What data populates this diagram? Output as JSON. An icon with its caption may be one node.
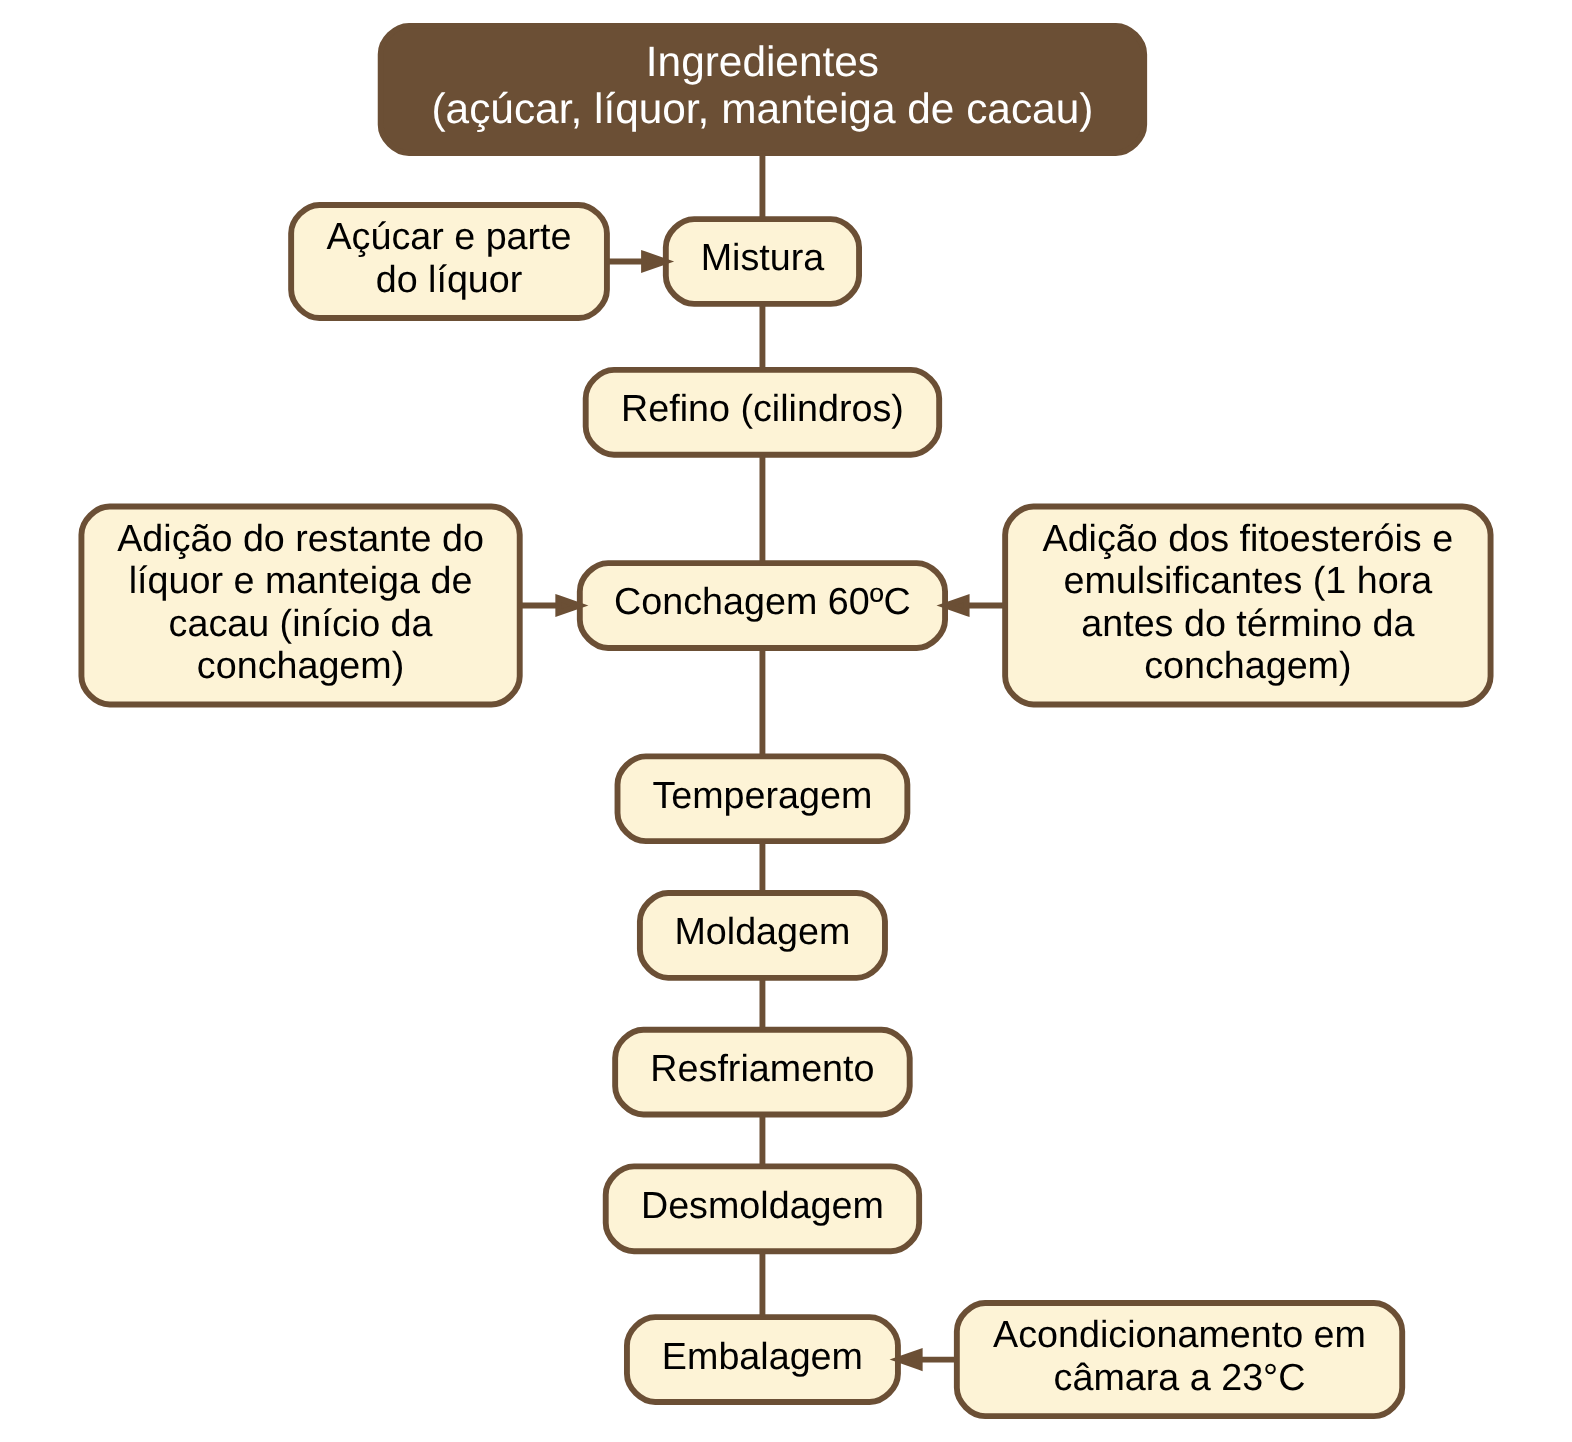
{
  "diagram": {
    "nodes": [
      {
        "text": [
          "Ingredientes",
          "(açúcar, líquor, manteiga de cacau)"
        ]
      },
      {
        "text": [
          "Açúcar e parte do líquor"
        ]
      },
      {
        "text": [
          "Mistura"
        ]
      },
      {
        "text": [
          "Refino (cilindros)"
        ]
      },
      {
        "text": [
          "Adição do restante do líquor e manteiga de cacau (início da conchagem)"
        ]
      },
      {
        "text": [
          "Conchagem 60ºC"
        ]
      },
      {
        "text": [
          "Adição dos fitoesteróis e emulsificantes (1 hora antes do término da conchagem)"
        ]
      },
      {
        "text": [
          "Temperagem"
        ]
      },
      {
        "text": [
          "Moldagem"
        ]
      },
      {
        "text": [
          "Resfriamento"
        ]
      },
      {
        "text": [
          "Desmoldagem"
        ]
      },
      {
        "text": [
          "Embalagem"
        ]
      },
      {
        "text": [
          "Acondicionamento em câmara a 23°C"
        ]
      }
    ],
    "edges": [
      {
        "from": 0,
        "to": 2,
        "arrow": "none"
      },
      {
        "from": 1,
        "to": 2,
        "arrow": "to"
      },
      {
        "from": 2,
        "to": 3,
        "arrow": "none"
      },
      {
        "from": 3,
        "to": 5,
        "arrow": "none"
      },
      {
        "from": 4,
        "to": 5,
        "arrow": "to"
      },
      {
        "from": 6,
        "to": 5,
        "arrow": "to"
      },
      {
        "from": 5,
        "to": 7,
        "arrow": "none"
      },
      {
        "from": 7,
        "to": 8,
        "arrow": "none"
      },
      {
        "from": 8,
        "to": 9,
        "arrow": "none"
      },
      {
        "from": 9,
        "to": 10,
        "arrow": "none"
      },
      {
        "from": 10,
        "to": 11,
        "arrow": "none"
      },
      {
        "from": 12,
        "to": 11,
        "arrow": "to"
      }
    ]
  }
}
